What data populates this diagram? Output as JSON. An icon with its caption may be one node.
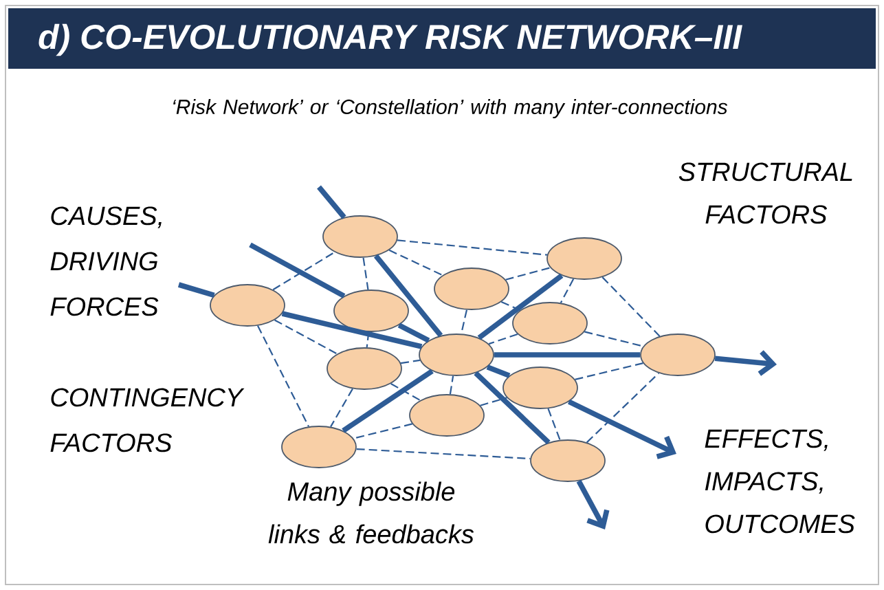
{
  "diagram": {
    "title": "d) CO-EVOLUTIONARY RISK NETWORK–III",
    "nodes": [
      {
        "text": [],
        "shape": "ellipse"
      },
      {
        "text": [],
        "shape": "ellipse"
      },
      {
        "text": [],
        "shape": "ellipse"
      },
      {
        "text": [],
        "shape": "ellipse"
      },
      {
        "text": [],
        "shape": "ellipse"
      },
      {
        "text": [],
        "shape": "ellipse"
      },
      {
        "text": [],
        "shape": "ellipse"
      },
      {
        "text": [],
        "shape": "ellipse"
      },
      {
        "text": [],
        "shape": "ellipse"
      },
      {
        "text": [],
        "shape": "ellipse"
      },
      {
        "text": [],
        "shape": "ellipse"
      },
      {
        "text": [],
        "shape": "ellipse"
      },
      {
        "text": [],
        "shape": "ellipse"
      }
    ],
    "edges": [
      {
        "from": null,
        "to": 0,
        "arrow": "none",
        "style": "thick"
      },
      {
        "from": 0,
        "to": 7,
        "arrow": "none",
        "style": "thick"
      },
      {
        "from": null,
        "to": 1,
        "arrow": "none",
        "style": "thick"
      },
      {
        "from": 1,
        "to": 7,
        "arrow": "none",
        "style": "thick"
      },
      {
        "from": null,
        "to": 2,
        "arrow": "none",
        "style": "thick"
      },
      {
        "from": 2,
        "to": 7,
        "arrow": "none",
        "style": "thick"
      },
      {
        "from": 7,
        "to": 8,
        "arrow": "none",
        "style": "thick"
      },
      {
        "from": 8,
        "to": null,
        "arrow": "to",
        "style": "thick"
      },
      {
        "from": 7,
        "to": 4,
        "arrow": "none",
        "style": "thick"
      },
      {
        "from": 7,
        "to": 11,
        "arrow": "none",
        "style": "thick"
      },
      {
        "from": 7,
        "to": 9,
        "arrow": "none",
        "style": "thick"
      },
      {
        "from": 9,
        "to": null,
        "arrow": "to",
        "style": "thick"
      },
      {
        "from": 7,
        "to": 12,
        "arrow": "none",
        "style": "thick"
      },
      {
        "from": 12,
        "to": null,
        "arrow": "to",
        "style": "thick"
      },
      {
        "from": 0,
        "to": 1,
        "arrow": "none",
        "style": "dashed"
      },
      {
        "from": 0,
        "to": 6,
        "arrow": "none",
        "style": "dashed"
      },
      {
        "from": 0,
        "to": 11,
        "arrow": "none",
        "style": "dashed"
      },
      {
        "from": 1,
        "to": 3,
        "arrow": "none",
        "style": "dashed"
      },
      {
        "from": 1,
        "to": 4,
        "arrow": "none",
        "style": "dashed"
      },
      {
        "from": 1,
        "to": 2,
        "arrow": "none",
        "style": "dashed"
      },
      {
        "from": 3,
        "to": 4,
        "arrow": "none",
        "style": "dashed"
      },
      {
        "from": 3,
        "to": 5,
        "arrow": "none",
        "style": "dashed"
      },
      {
        "from": 4,
        "to": 5,
        "arrow": "none",
        "style": "dashed"
      },
      {
        "from": 4,
        "to": 8,
        "arrow": "none",
        "style": "dashed"
      },
      {
        "from": 5,
        "to": 8,
        "arrow": "none",
        "style": "dashed"
      },
      {
        "from": 5,
        "to": 7,
        "arrow": "none",
        "style": "dashed"
      },
      {
        "from": 6,
        "to": 7,
        "arrow": "none",
        "style": "dashed"
      },
      {
        "from": 6,
        "to": 11,
        "arrow": "none",
        "style": "dashed"
      },
      {
        "from": 2,
        "to": 6,
        "arrow": "none",
        "style": "dashed"
      },
      {
        "from": 10,
        "to": 11,
        "arrow": "none",
        "style": "dashed"
      },
      {
        "from": 10,
        "to": 9,
        "arrow": "none",
        "style": "dashed"
      },
      {
        "from": 11,
        "to": 12,
        "arrow": "none",
        "style": "dashed"
      },
      {
        "from": 9,
        "to": 12,
        "arrow": "none",
        "style": "dashed"
      },
      {
        "from": 9,
        "to": 8,
        "arrow": "none",
        "style": "dashed"
      },
      {
        "from": 12,
        "to": 8,
        "arrow": "none",
        "style": "dashed"
      },
      {
        "from": 3,
        "to": 7,
        "arrow": "none",
        "style": "dashed"
      },
      {
        "from": 6,
        "to": 10,
        "arrow": "none",
        "style": "dashed"
      },
      {
        "from": 10,
        "to": 7,
        "arrow": "none",
        "style": "dashed"
      }
    ],
    "labels": [
      "‘Risk Network’ or ‘Constellation’ with many inter-connections",
      "STRUCTURAL FACTORS",
      "CAUSES, DRIVING FORCES",
      "CONTINGENCY FACTORS",
      "EFFECTS, IMPACTS, OUTCOMES",
      "Many possible links & feedbacks"
    ]
  }
}
